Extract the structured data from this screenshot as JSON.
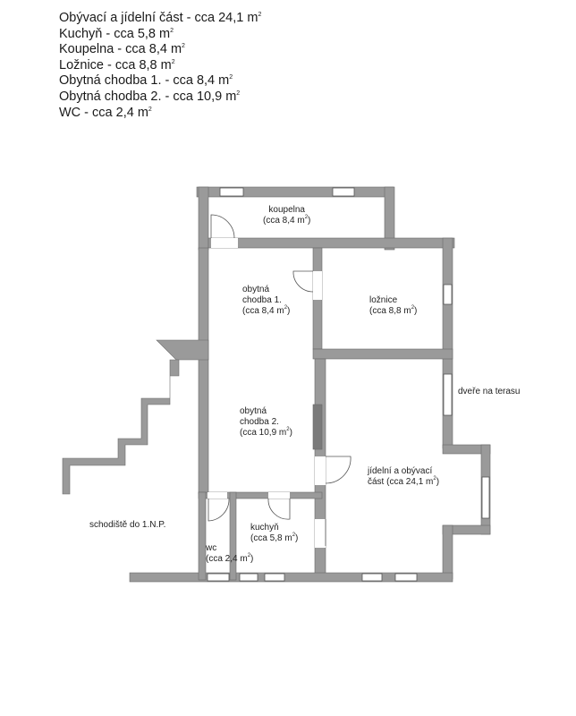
{
  "area_list": [
    {
      "text": "Obývací a jídelní část - cca 24,1 m",
      "sup": "2"
    },
    {
      "text": "Kuchyň - cca 5,8 m",
      "sup": "2"
    },
    {
      "text": "Koupelna - cca 8,4 m",
      "sup": "2"
    },
    {
      "text": "Ložnice - cca 8,8 m",
      "sup": "2"
    },
    {
      "text": "Obytná chodba 1. - cca 8,4 m",
      "sup": "2"
    },
    {
      "text": "Obytná chodba 2. - cca 10,9 m",
      "sup": "2"
    },
    {
      "text": "WC - cca 2,4 m",
      "sup": "2"
    }
  ],
  "rooms": {
    "koupelna": {
      "name": "koupelna",
      "area": "(cca 8,4 m",
      "sup": "2",
      "close": ")"
    },
    "chodba1": {
      "name1": "obytná",
      "name2": "chodba 1.",
      "area": "(cca 8,4 m",
      "sup": "2",
      "close": ")"
    },
    "loznice": {
      "name": "ložnice",
      "area": "(cca 8,8 m",
      "sup": "2",
      "close": ")"
    },
    "chodba2": {
      "name1": "obytná",
      "name2": "chodba 2.",
      "area": "(cca 10,9 m",
      "sup": "2",
      "close": ")"
    },
    "obyvaci": {
      "name1": "jídelní a obývací",
      "name2": "část",
      "area": "(cca 24,1 m",
      "sup": "2",
      "close": ")"
    },
    "kuchyn": {
      "name": "kuchyň",
      "area": "(cca 5,8 m",
      "sup": "2",
      "close": ")"
    },
    "wc": {
      "name": "wc",
      "area": "(cca 2,4 m",
      "sup": "2",
      "close": ")"
    }
  },
  "annotations": {
    "terrace_door": "dveře na terasu",
    "stairs": "schodiště do 1.N.P."
  },
  "colors": {
    "wall": "#9a9a9a",
    "wall_dark": "#7a7a7a",
    "line": "#555555"
  }
}
